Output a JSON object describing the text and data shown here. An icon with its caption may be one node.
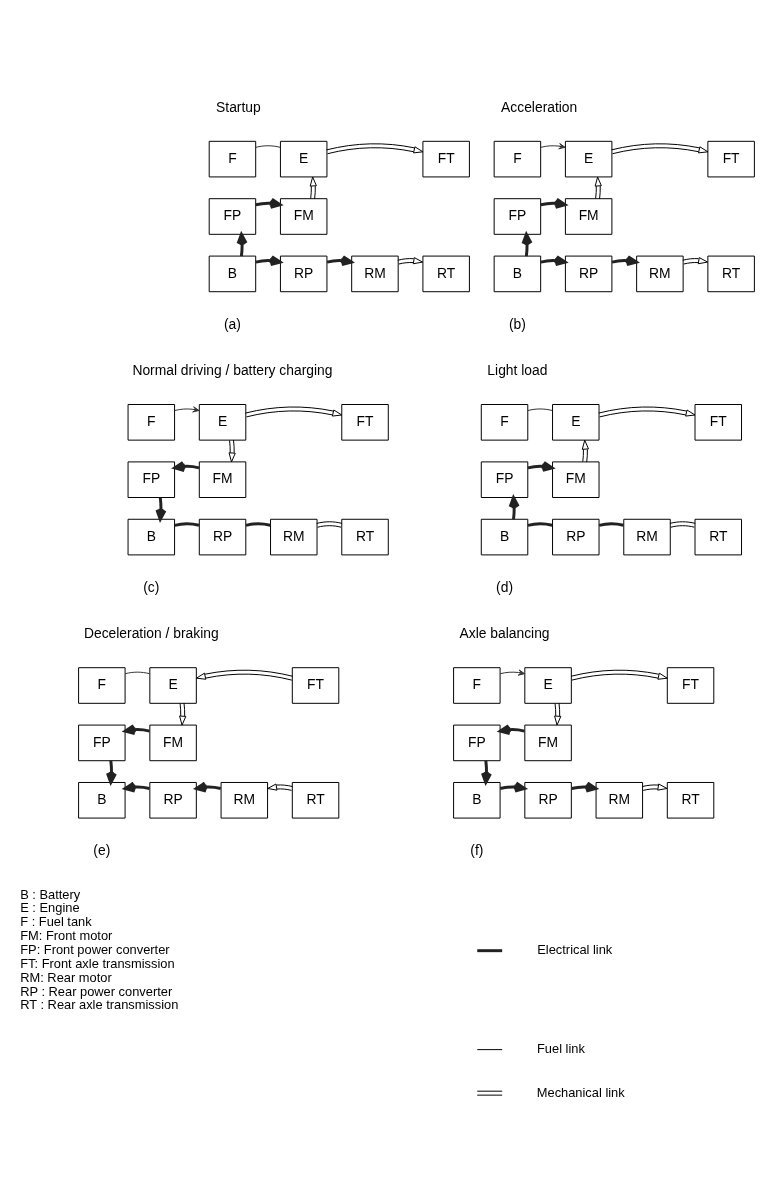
{
  "diagram": {
    "nodes": [
      {
        "text": [
          "F"
        ]
      },
      {
        "text": [
          "E"
        ]
      },
      {
        "text": [
          "FT"
        ]
      },
      {
        "text": [
          "FP"
        ]
      },
      {
        "text": [
          "FM"
        ]
      },
      {
        "text": [
          "B"
        ]
      },
      {
        "text": [
          "RP"
        ]
      },
      {
        "text": [
          "RM"
        ]
      },
      {
        "text": [
          "RT"
        ]
      },
      {
        "text": [
          "F"
        ]
      },
      {
        "text": [
          "E"
        ]
      },
      {
        "text": [
          "FT"
        ]
      },
      {
        "text": [
          "FP"
        ]
      },
      {
        "text": [
          "FM"
        ]
      },
      {
        "text": [
          "B"
        ]
      },
      {
        "text": [
          "RP"
        ]
      },
      {
        "text": [
          "RM"
        ]
      },
      {
        "text": [
          "RT"
        ]
      },
      {
        "text": [
          "F"
        ]
      },
      {
        "text": [
          "E"
        ]
      },
      {
        "text": [
          "FT"
        ]
      },
      {
        "text": [
          "FP"
        ]
      },
      {
        "text": [
          "FM"
        ]
      },
      {
        "text": [
          "B"
        ]
      },
      {
        "text": [
          "RP"
        ]
      },
      {
        "text": [
          "RM"
        ]
      },
      {
        "text": [
          "RT"
        ]
      },
      {
        "text": [
          "F"
        ]
      },
      {
        "text": [
          "E"
        ]
      },
      {
        "text": [
          "FT"
        ]
      },
      {
        "text": [
          "FP"
        ]
      },
      {
        "text": [
          "FM"
        ]
      },
      {
        "text": [
          "B"
        ]
      },
      {
        "text": [
          "RP"
        ]
      },
      {
        "text": [
          "RM"
        ]
      },
      {
        "text": [
          "RT"
        ]
      },
      {
        "text": [
          "F"
        ]
      },
      {
        "text": [
          "E"
        ]
      },
      {
        "text": [
          "FT"
        ]
      },
      {
        "text": [
          "FP"
        ]
      },
      {
        "text": [
          "FM"
        ]
      },
      {
        "text": [
          "B"
        ]
      },
      {
        "text": [
          "RP"
        ]
      },
      {
        "text": [
          "RM"
        ]
      },
      {
        "text": [
          "RT"
        ]
      },
      {
        "text": [
          "F"
        ]
      },
      {
        "text": [
          "E"
        ]
      },
      {
        "text": [
          "FT"
        ]
      },
      {
        "text": [
          "FP"
        ]
      },
      {
        "text": [
          "FM"
        ]
      },
      {
        "text": [
          "B"
        ]
      },
      {
        "text": [
          "RP"
        ]
      },
      {
        "text": [
          "RM"
        ]
      },
      {
        "text": [
          "RT"
        ]
      }
    ],
    "edges": [
      {
        "from": 0,
        "to": 1,
        "arrow": "none",
        "color": "#333333"
      },
      {
        "from": 1,
        "to": 2,
        "arrow": "to"
      },
      {
        "from": 4,
        "to": 1,
        "arrow": "to"
      },
      {
        "from": 3,
        "to": 4,
        "arrow": "to",
        "style": "thick"
      },
      {
        "from": 5,
        "to": 3,
        "arrow": "to",
        "style": "thick"
      },
      {
        "from": 5,
        "to": 6,
        "arrow": "to",
        "style": "thick"
      },
      {
        "from": 6,
        "to": 7,
        "arrow": "to",
        "style": "thick"
      },
      {
        "from": 7,
        "to": 8,
        "arrow": "to"
      },
      {
        "from": 9,
        "to": 10,
        "arrow": "to",
        "color": "#333333"
      },
      {
        "from": 10,
        "to": 11,
        "arrow": "to"
      },
      {
        "from": 13,
        "to": 10,
        "arrow": "to"
      },
      {
        "from": 12,
        "to": 13,
        "arrow": "to",
        "style": "thick"
      },
      {
        "from": 14,
        "to": 12,
        "arrow": "to",
        "style": "thick"
      },
      {
        "from": 14,
        "to": 15,
        "arrow": "to",
        "style": "thick"
      },
      {
        "from": 15,
        "to": 16,
        "arrow": "to",
        "style": "thick"
      },
      {
        "from": 16,
        "to": 17,
        "arrow": "to"
      },
      {
        "from": 18,
        "to": 19,
        "arrow": "to",
        "color": "#333333"
      },
      {
        "from": 19,
        "to": 20,
        "arrow": "to"
      },
      {
        "from": 19,
        "to": 22,
        "arrow": "to"
      },
      {
        "from": 22,
        "to": 21,
        "arrow": "to",
        "style": "thick"
      },
      {
        "from": 21,
        "to": 23,
        "arrow": "to",
        "style": "thick"
      },
      {
        "from": 23,
        "to": 24,
        "arrow": "none",
        "style": "thick"
      },
      {
        "from": 24,
        "to": 25,
        "arrow": "none",
        "style": "thick"
      },
      {
        "from": 25,
        "to": 26,
        "arrow": "none"
      },
      {
        "from": 27,
        "to": 28,
        "arrow": "none",
        "color": "#333333"
      },
      {
        "from": 28,
        "to": 29,
        "arrow": "to"
      },
      {
        "from": 31,
        "to": 28,
        "arrow": "to"
      },
      {
        "from": 30,
        "to": 31,
        "arrow": "to",
        "style": "thick"
      },
      {
        "from": 32,
        "to": 30,
        "arrow": "to",
        "style": "thick"
      },
      {
        "from": 32,
        "to": 33,
        "arrow": "none",
        "style": "thick"
      },
      {
        "from": 33,
        "to": 34,
        "arrow": "none",
        "style": "thick"
      },
      {
        "from": 34,
        "to": 35,
        "arrow": "none"
      },
      {
        "from": 36,
        "to": 37,
        "arrow": "none",
        "color": "#333333"
      },
      {
        "from": 38,
        "to": 37,
        "arrow": "to"
      },
      {
        "from": 37,
        "to": 40,
        "arrow": "to"
      },
      {
        "from": 40,
        "to": 39,
        "arrow": "to",
        "style": "thick"
      },
      {
        "from": 39,
        "to": 41,
        "arrow": "to",
        "style": "thick"
      },
      {
        "from": 42,
        "to": 41,
        "arrow": "to",
        "style": "thick"
      },
      {
        "from": 43,
        "to": 42,
        "arrow": "to",
        "style": "thick"
      },
      {
        "from": 44,
        "to": 43,
        "arrow": "to"
      },
      {
        "from": 45,
        "to": 46,
        "arrow": "to",
        "color": "#333333"
      },
      {
        "from": 46,
        "to": 47,
        "arrow": "to"
      },
      {
        "from": 46,
        "to": 49,
        "arrow": "to"
      },
      {
        "from": 49,
        "to": 48,
        "arrow": "to",
        "style": "thick"
      },
      {
        "from": 48,
        "to": 50,
        "arrow": "to",
        "style": "thick"
      },
      {
        "from": 50,
        "to": 51,
        "arrow": "to",
        "style": "thick"
      },
      {
        "from": 51,
        "to": 52,
        "arrow": "to",
        "style": "thick"
      },
      {
        "from": 52,
        "to": 53,
        "arrow": "to"
      }
    ],
    "labels": [
      "Startup",
      "Acceleration",
      "(a)",
      "(b)",
      "Normal driving / battery charging",
      "Light load",
      "(c)",
      "(d)",
      "Deceleration / braking",
      "Axle balancing",
      "(e)",
      "(f)",
      "B : Battery",
      "E : Engine",
      "F : Fuel tank",
      "FM: Front motor",
      "FP: Front power converter",
      "FT: Front axle transmission",
      "RM: Rear motor",
      "RP : Rear power converter",
      "RT : Rear axle transmission"
    ],
    "legend": [
      {
        "text": "Electrical link"
      },
      {
        "text": "Fuel link"
      },
      {
        "text": "Mechanical link"
      }
    ]
  }
}
